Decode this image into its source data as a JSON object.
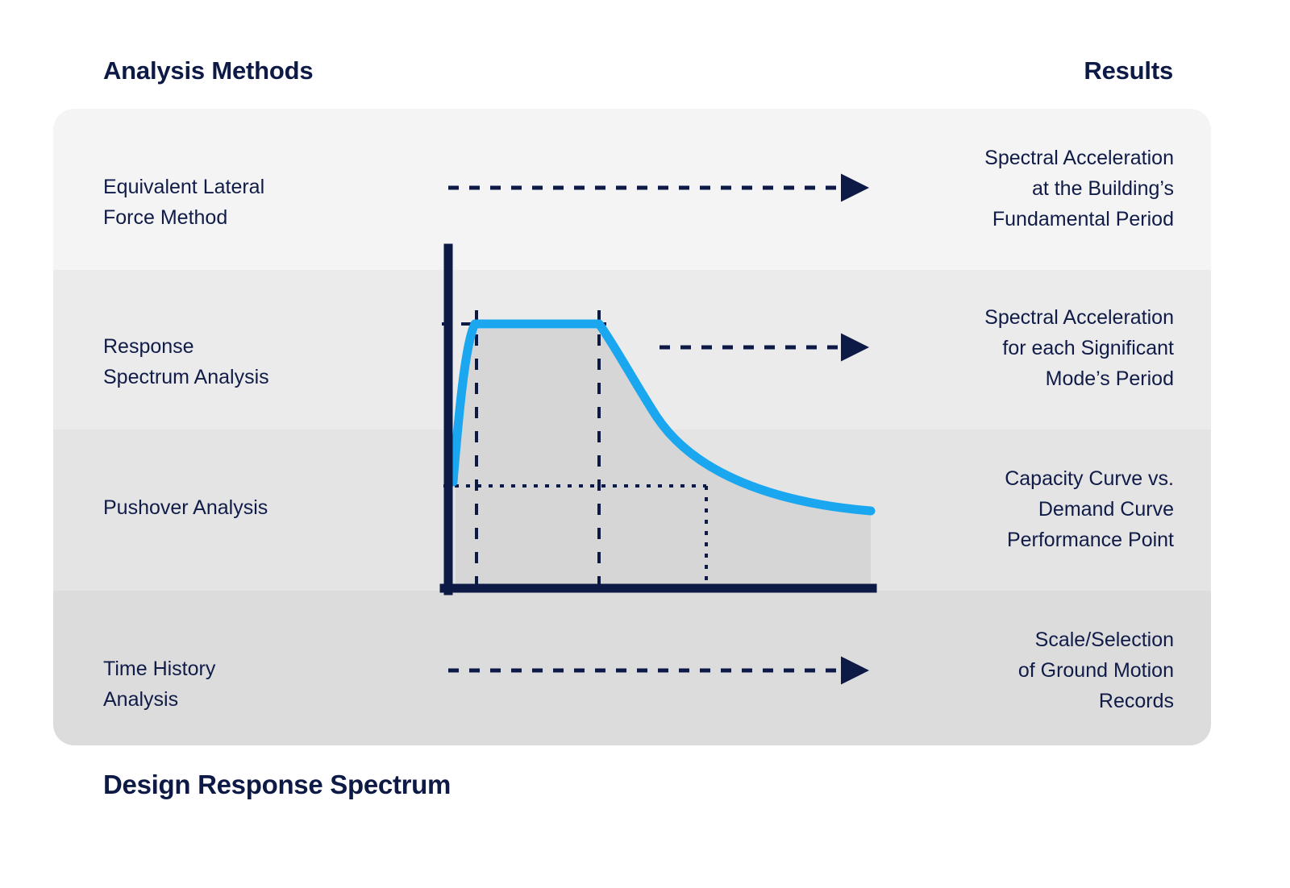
{
  "headers": {
    "methods": "Analysis Methods",
    "results": "Results"
  },
  "caption": "Design Response Spectrum",
  "colors": {
    "ink": "#101c47",
    "navy": "#0d1a45",
    "curve": "#1aa7f0",
    "fill": "#d6d6d6",
    "row0": "#f4f4f5",
    "row1": "#ebebec",
    "row2": "#e4e4e5",
    "row3": "#dcdcdd",
    "page": "#ffffff"
  },
  "rows": [
    {
      "method": "Equivalent Lateral\nForce Method",
      "result": "Spectral Acceleration\nat the Building’s\nFundamental Period",
      "arrow": "dashed-arrow-right"
    },
    {
      "method": "Response\nSpectrum Analysis",
      "result": "Spectral Acceleration\nfor each Significant\nMode’s Period",
      "arrow": "dashed-arrow-right"
    },
    {
      "method": "Pushover Analysis",
      "result": "Capacity Curve vs.\nDemand Curve\nPerformance Point",
      "arrow": null
    },
    {
      "method": "Time History\nAnalysis",
      "result": "Scale/Selection\nof Ground Motion\nRecords",
      "arrow": "dashed-arrow-right"
    }
  ],
  "chart_data": {
    "type": "line",
    "title": "Design Response Spectrum",
    "xlabel": "",
    "ylabel": "",
    "grid": false,
    "legend": null,
    "axis": {
      "origin_x": 556,
      "origin_y": 733,
      "top_y": 308,
      "right_x": 1082
    },
    "series": [
      {
        "name": "Design Response Spectrum",
        "color": "#1aa7f0",
        "points": [
          {
            "x": 0.0,
            "y": 0.38
          },
          {
            "x": 0.08,
            "y": 1.0
          },
          {
            "x": 0.36,
            "y": 1.0
          },
          {
            "x": 0.45,
            "y": 0.82
          },
          {
            "x": 0.54,
            "y": 0.66
          },
          {
            "x": 0.64,
            "y": 0.55
          },
          {
            "x": 0.76,
            "y": 0.45
          },
          {
            "x": 0.87,
            "y": 0.39
          },
          {
            "x": 1.0,
            "y": 0.36
          }
        ]
      }
    ],
    "reference_lines": [
      {
        "name": "plateau-level",
        "orientation": "horizontal",
        "style": "dashed",
        "y": 1.0,
        "from_x": -0.02,
        "to_x": 0.37
      },
      {
        "name": "period-Ts-start",
        "orientation": "vertical",
        "style": "dashed",
        "x": 0.08,
        "from_y": 0.0,
        "to_y": 1.03
      },
      {
        "name": "period-Tl-end",
        "orientation": "vertical",
        "style": "dashed",
        "x": 0.36,
        "from_y": 0.0,
        "to_y": 1.03
      },
      {
        "name": "demand-level",
        "orientation": "horizontal",
        "style": "dotted",
        "y": 0.43,
        "from_x": -0.01,
        "to_x": 0.61
      },
      {
        "name": "demand-period",
        "orientation": "vertical",
        "style": "dotted",
        "x": 0.61,
        "from_y": 0.0,
        "to_y": 0.43
      }
    ],
    "shaded_area": {
      "name": "spectrum-fill",
      "color": "#d6d6d6",
      "under_curve": true
    }
  }
}
